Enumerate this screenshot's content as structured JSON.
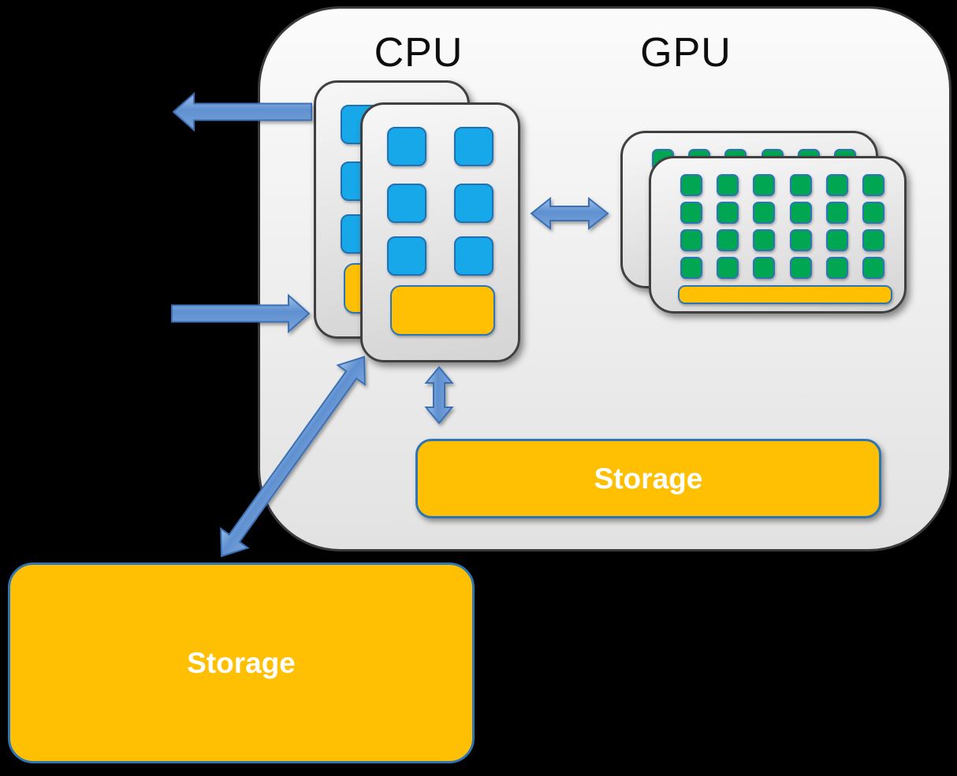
{
  "scene": {
    "background": "#000000",
    "system_box_fill_top": "#FBFBFB",
    "system_box_fill_bottom": "#E2E2E2",
    "system_box_border": "#3A3A3A"
  },
  "cpu": {
    "title": "CPU",
    "chip_count": 2,
    "cores": {
      "rows": 3,
      "cols": 2
    },
    "core_color": "#17A8E9",
    "core_border": "#2270B4",
    "cache_color": "#FFC003",
    "cache_border": "#2E75B6"
  },
  "gpu": {
    "title": "GPU",
    "chip_count": 2,
    "cores": {
      "rows": 4,
      "cols": 6
    },
    "core_color": "#00A651",
    "core_border": "#2E75B6",
    "memory_color": "#FFC003",
    "memory_border": "#2E75B6"
  },
  "internal_storage": {
    "label": "Storage",
    "fill": "#FFC003",
    "border": "#2E75B6",
    "text_color": "#FFFFFF"
  },
  "external_storage": {
    "label": "Storage",
    "fill": "#FFC003",
    "border": "#2E75B6",
    "text_color": "#FFFFFF"
  },
  "arrows": {
    "stroke": "#3A6FB5",
    "fill_light": "#9FC0E8",
    "fill_mid": "#5F90D0",
    "fill_low": "#7CA4DA",
    "items": [
      {
        "name": "arrow-out-left",
        "heads": "single"
      },
      {
        "name": "arrow-in-left",
        "heads": "single"
      },
      {
        "name": "arrow-cpu-gpu",
        "heads": "double"
      },
      {
        "name": "arrow-cpu-internal-storage",
        "heads": "double"
      },
      {
        "name": "arrow-cpu-external-storage",
        "heads": "double"
      }
    ]
  }
}
